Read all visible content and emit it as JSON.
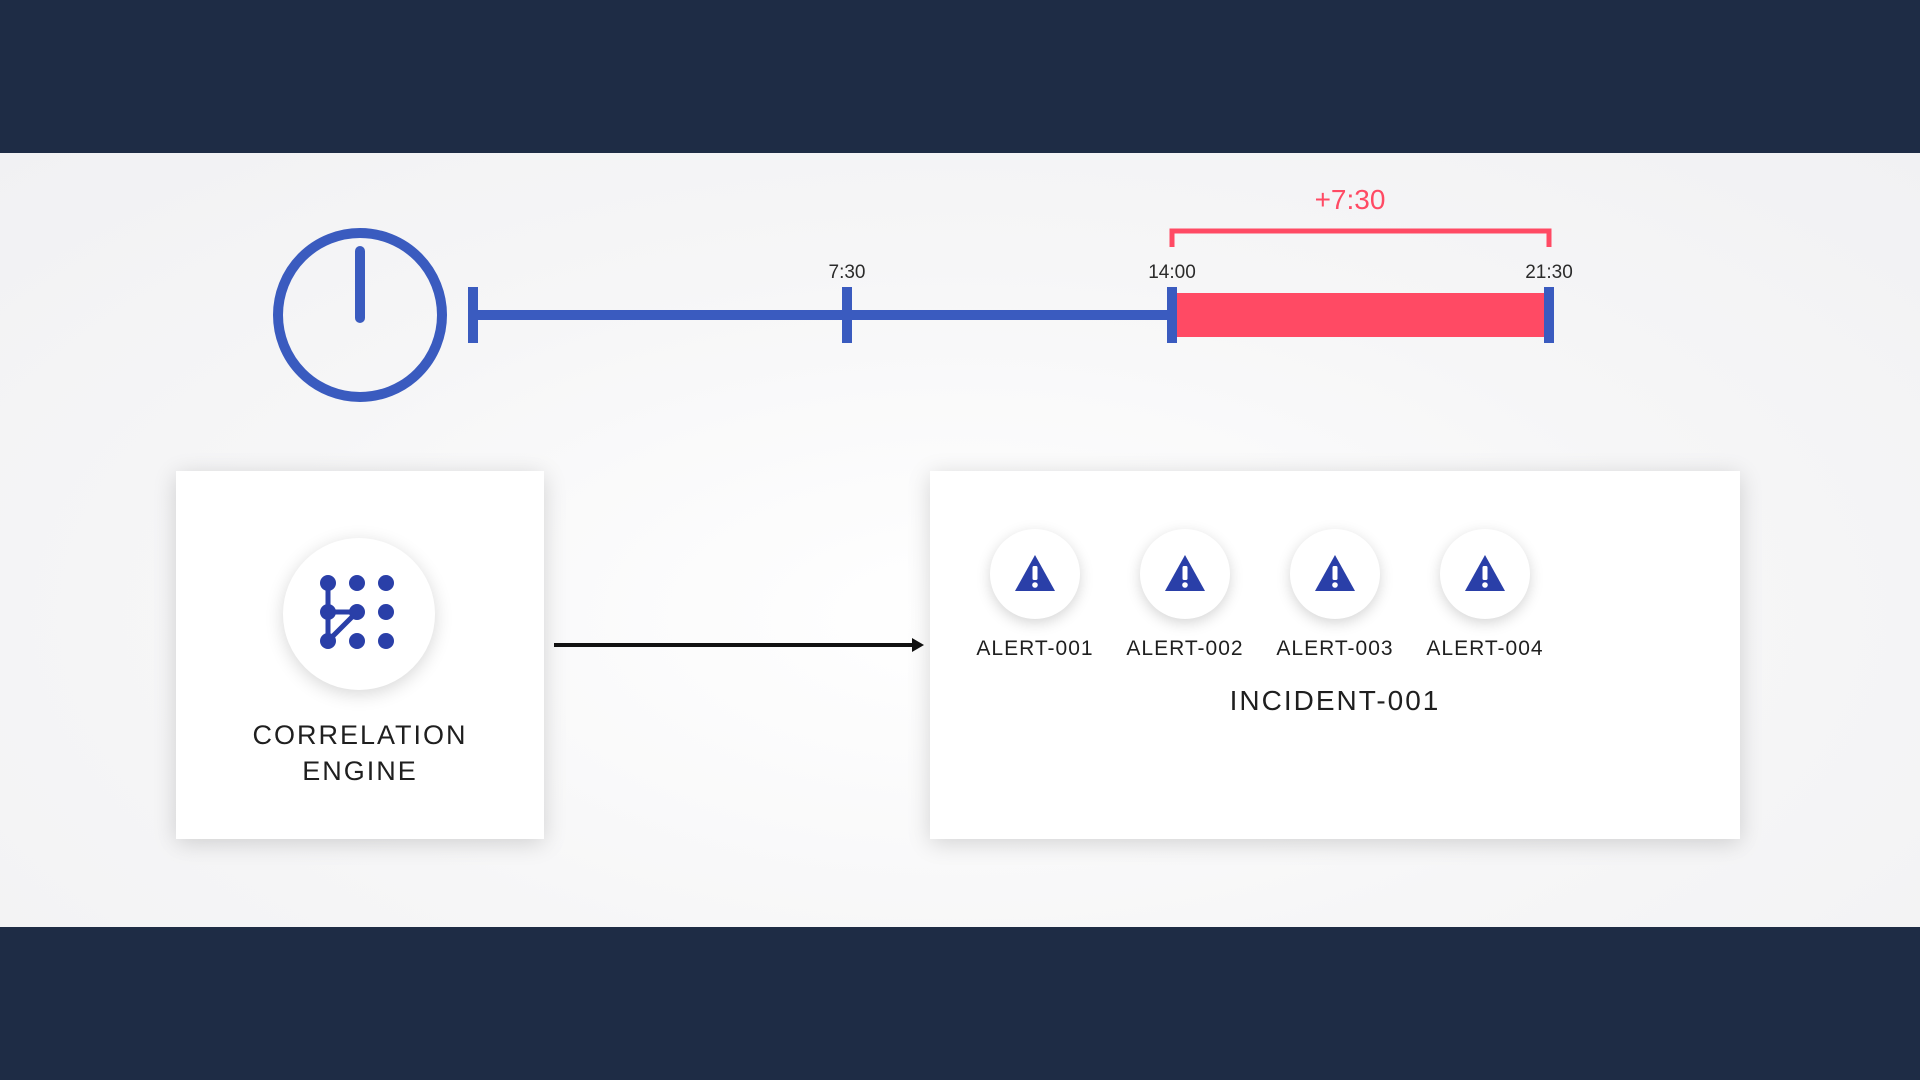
{
  "colors": {
    "frame": "#1e2c45",
    "accent_blue": "#3a5bbf",
    "icon_blue": "#2a3fa8",
    "overdue_red": "#ff4a64"
  },
  "timeline": {
    "ticks": [
      "7:30",
      "14:00",
      "21:30"
    ],
    "delay_label": "+7:30",
    "icon": "clock-icon"
  },
  "engine": {
    "icon": "network-grid-icon",
    "label_line1": "CORRELATION",
    "label_line2": "ENGINE"
  },
  "arrow": {
    "icon": "arrow-right-icon"
  },
  "incident": {
    "alerts": [
      {
        "label": "ALERT-001",
        "icon": "warning-icon"
      },
      {
        "label": "ALERT-002",
        "icon": "warning-icon"
      },
      {
        "label": "ALERT-003",
        "icon": "warning-icon"
      },
      {
        "label": "ALERT-004",
        "icon": "warning-icon"
      }
    ],
    "title": "INCIDENT-001"
  }
}
